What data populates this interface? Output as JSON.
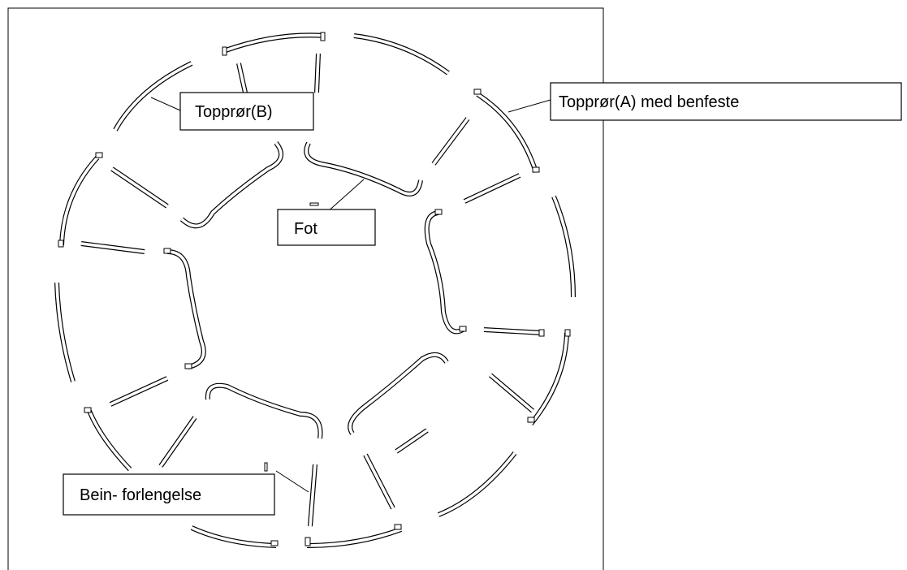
{
  "labels": {
    "top_tube_b": "Topprør(B)",
    "top_tube_a": "Topprør(A) med benfeste",
    "foot": "Fot",
    "leg_extension": "Bein- forlengelse"
  }
}
